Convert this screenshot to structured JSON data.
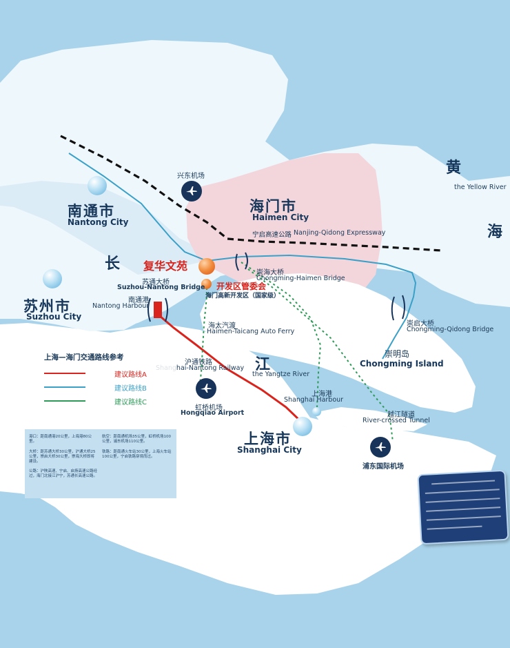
{
  "cities": {
    "nantong": {
      "cn": "南通市",
      "en": "Nantong City"
    },
    "suzhou": {
      "cn": "苏州市",
      "en": "Suzhou City"
    },
    "haimen": {
      "cn": "海门市",
      "en": "Haimen City"
    },
    "shanghai": {
      "cn": "上海市",
      "en": "Shanghai City"
    },
    "chongming": {
      "cn": "崇明岛",
      "en": "Chongming Island"
    }
  },
  "sea": {
    "cn_1": "黄",
    "cn_2": "海",
    "en": "the Yellow River"
  },
  "yangtze": {
    "cn_1": "长",
    "cn_2": "江",
    "en": "the Yangtze River"
  },
  "airports": {
    "xingdong": {
      "cn": "兴东机场"
    },
    "hongqiao": {
      "cn": "虹桥机场",
      "en": "Hongqiao Airport"
    },
    "pudong": {
      "cn": "浦东国际机场"
    }
  },
  "infrastructure": {
    "expressway": {
      "cn": "宁启高速公路",
      "en": "Nanjing-Qidong Expressway"
    },
    "chonghai_bridge": {
      "cn": "崇海大桥",
      "en": "Chongming-Haimen Bridge"
    },
    "chongqi_bridge": {
      "cn": "崇启大桥",
      "en": "Chongming-Qidong Bridge"
    },
    "sutong_bridge": {
      "cn": "苏通大桥",
      "en": "Suzhou-Nantong Bridge"
    },
    "nantong_harbour": {
      "cn": "南通港",
      "en": "Nantong Harbour"
    },
    "ferry": {
      "cn": "海太汽渡",
      "en": "Haimen-Taicang Auto Ferry"
    },
    "railway": {
      "cn": "沪通铁路",
      "en": "Shanghai-Nantong Railway"
    },
    "shanghai_harbour": {
      "cn": "上海港",
      "en": "Shanghai Harbour"
    },
    "tunnel": {
      "cn": "越江隧道",
      "en": "River-crossed Tunnel"
    }
  },
  "project": {
    "name": "复华文苑",
    "admin": "开发区管委会",
    "zone": "海门高新开发区（国家级）"
  },
  "legend": {
    "title": "上海—海门交通路线参考",
    "items": [
      {
        "label": "建议路线A",
        "color": "#d9241d"
      },
      {
        "label": "建议路线B",
        "color": "#3aa0c8"
      },
      {
        "label": "建议路线C",
        "color": "#2e9a58"
      }
    ]
  },
  "notes": {
    "n1": "港口：距南通港20公里，上海港80公里。",
    "n2": "大桥：距苏通大桥30公里，沪通大桥25公里，崇启大桥30公里，崇海大桥即将建设。",
    "n3": "公路：沪陕高速、宁启、启扬高速公路经过，海门北接江沪宁，苏通长高速公路。",
    "n4": "航空：距南通机场35公里，虹桥机场100公里，浦东机场110公里。",
    "n5": "铁路：距南通火车站30公里，上海火车站100公里，宁启铁路穿境而过。"
  },
  "colors": {
    "sea": "#a9d3ea",
    "land": "#eef7fc",
    "haimen": "#f3d6dc",
    "route_a": "#d9241d",
    "route_b": "#3aa0c8",
    "route_c": "#2e9a58"
  }
}
